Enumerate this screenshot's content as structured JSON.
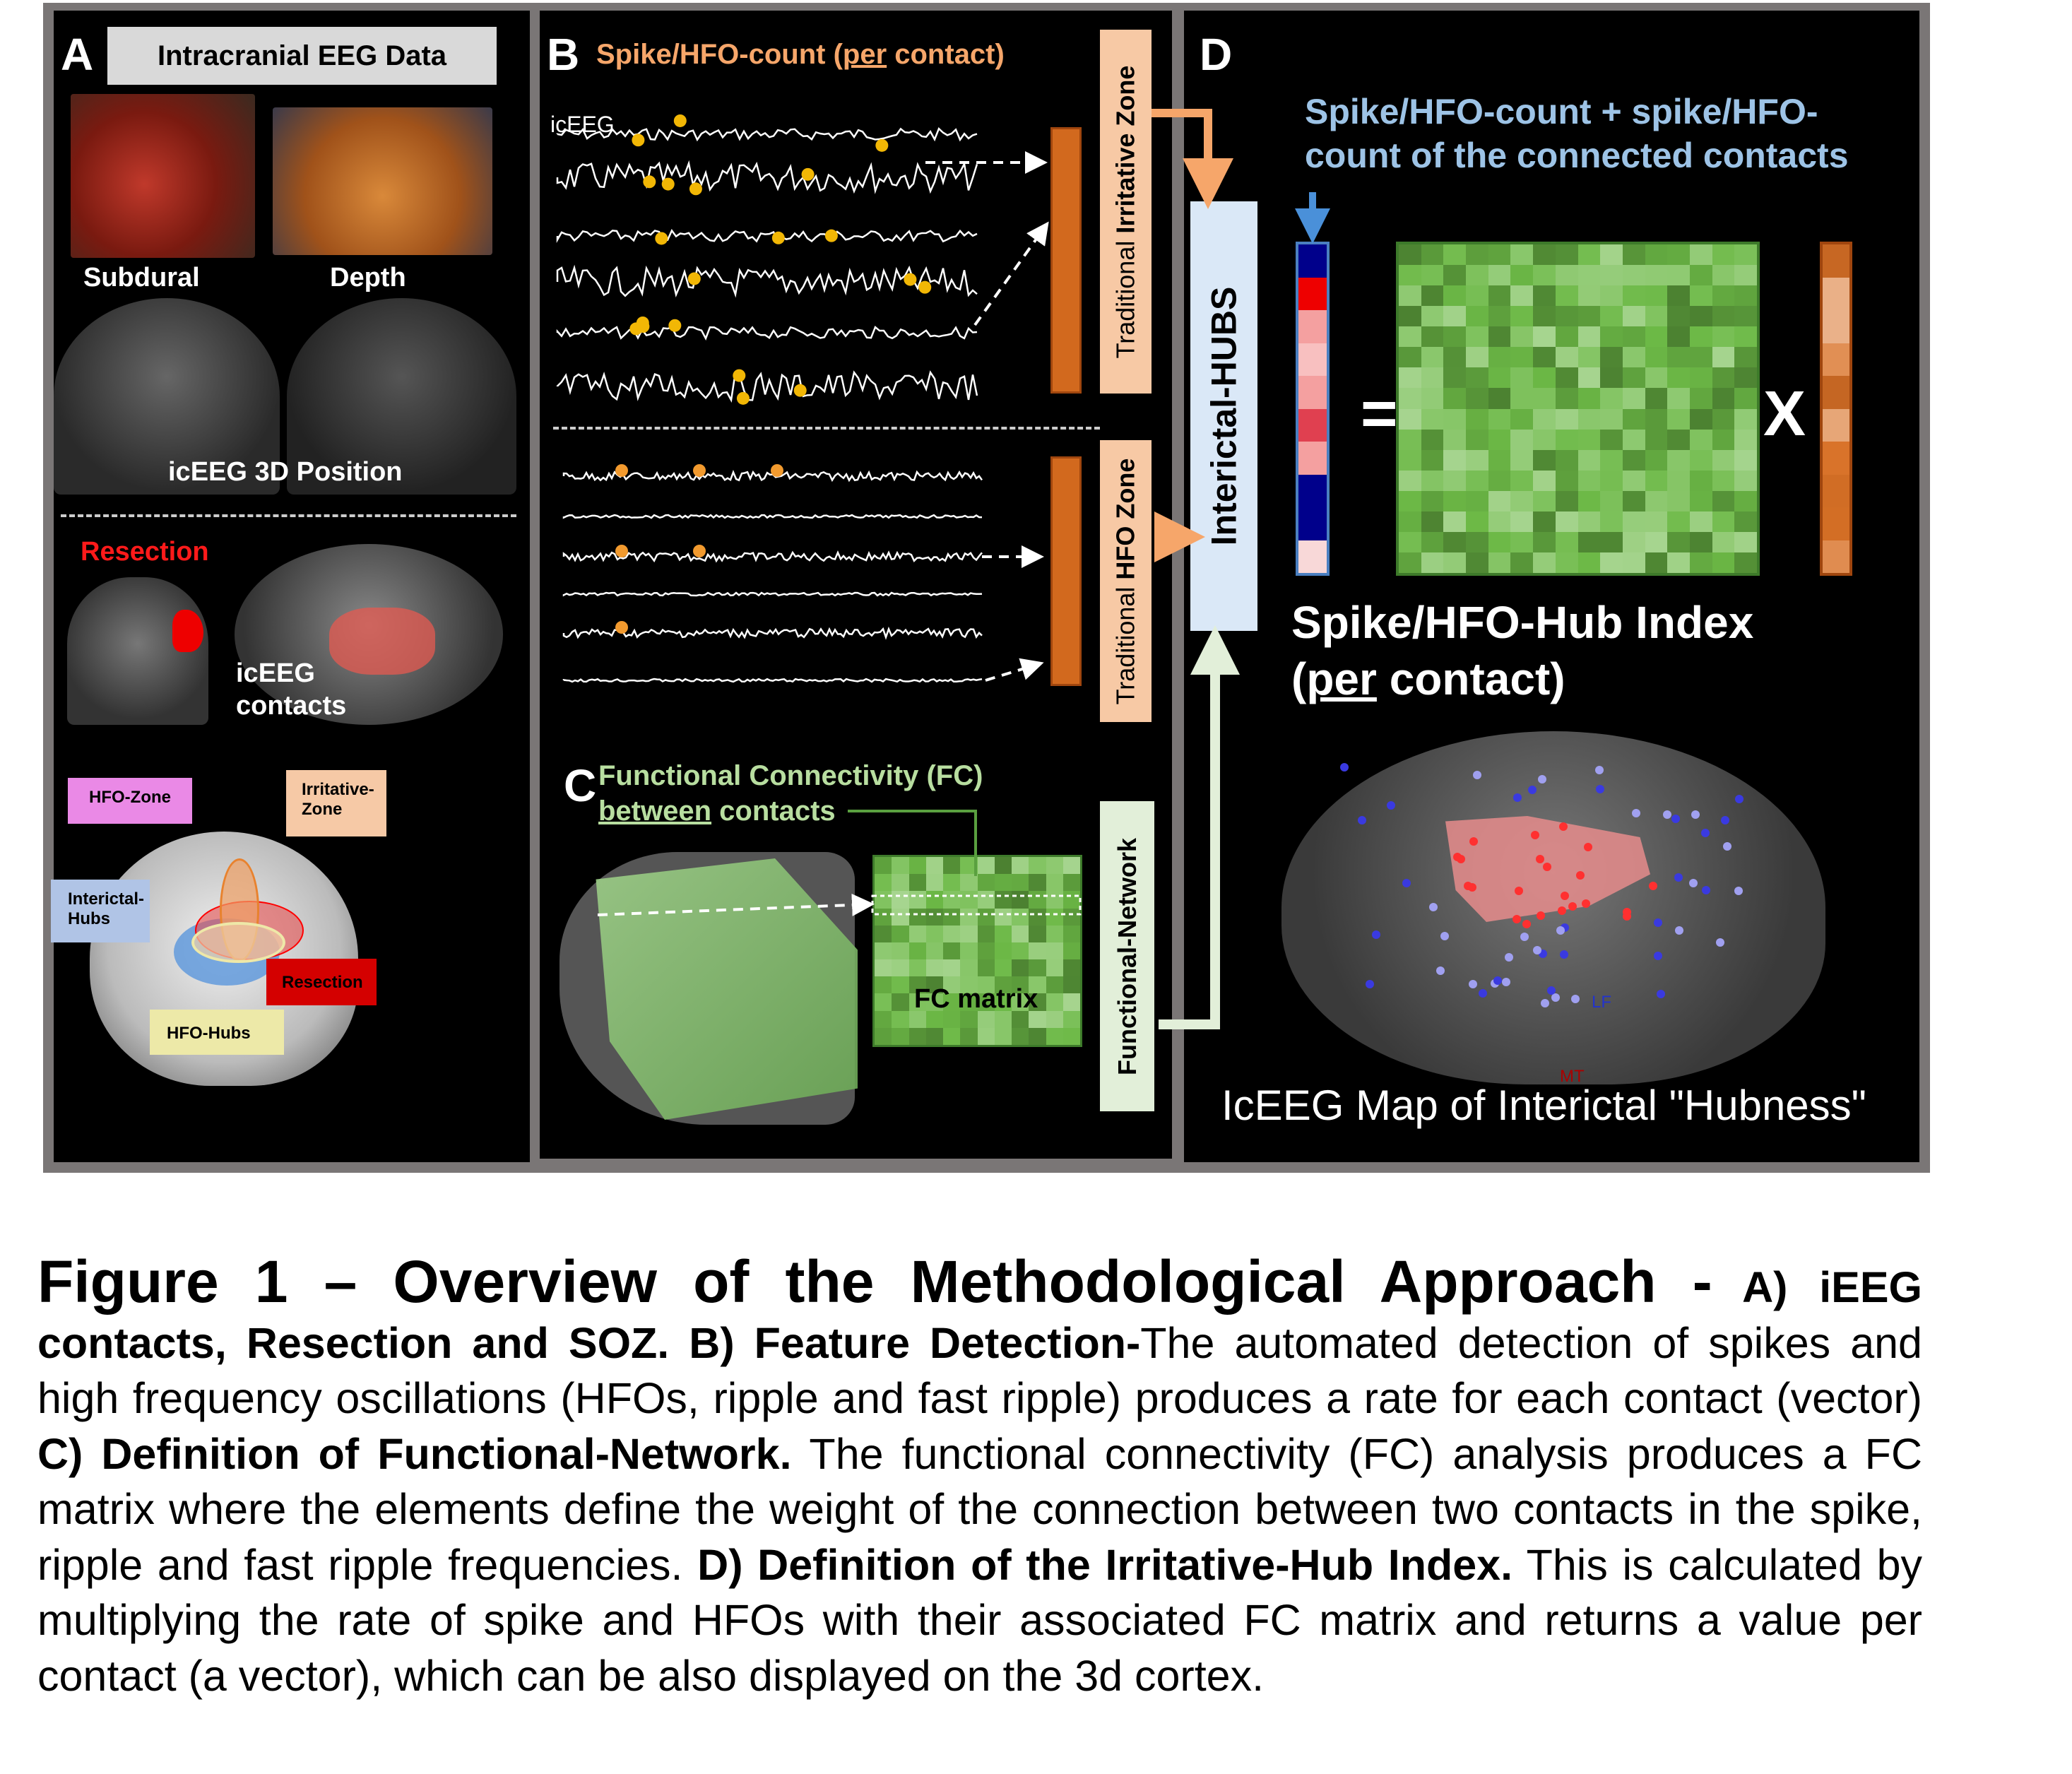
{
  "panel_a": {
    "letter": "A",
    "title": "Intracranial EEG Data",
    "photo_labels": [
      "Subdural",
      "Depth"
    ],
    "position_label": "icEEG 3D Position",
    "resection_label": "Resection",
    "contacts_label_1": "icEEG",
    "contacts_label_2": "contacts",
    "diagram_tags": {
      "hfo_zone": "HFO-Zone",
      "irritative_zone_1": "Irritative-",
      "irritative_zone_2": "Zone",
      "interictal_hubs_1": "Interictal-",
      "interictal_hubs_2": "Hubs",
      "resection": "Resection",
      "hfo_hubs": "HFO-Hubs"
    }
  },
  "panel_b": {
    "letter": "B",
    "title_pre": "Spike/HFO-count (",
    "title_per": "per",
    "title_post": " contact)",
    "signal_label": "icEEG",
    "irritative_zone_box_pre": "Traditional ",
    "irritative_zone_box_bold": "Irritative Zone",
    "hfo_zone_box_pre": "Traditional ",
    "hfo_zone_box_bold": "HFO Zone"
  },
  "panel_c": {
    "letter": "C",
    "title": "Functional Connectivity (FC)",
    "subtitle_underlined": "between",
    "subtitle_rest": " contacts",
    "matrix_label": "FC matrix",
    "network_box": "Functional-Network"
  },
  "panel_d": {
    "letter": "D",
    "title_line1": "Spike/HFO-count + spike/HFO-",
    "title_line2": "count of the connected contacts",
    "hubs_box": "Interictal-HUBS",
    "equals": "=",
    "times": "X",
    "index_line1": "Spike/HFO-Hub Index",
    "index_line2_open": "(",
    "index_line2_per": "per",
    "index_line2_rest": " contact)",
    "map_title": "IcEEG Map of Interictal \"Hubness\"",
    "brain_labels": [
      "LF",
      "MT"
    ]
  },
  "colors": {
    "orange_title": "#f6a66a",
    "green_title": "#b8dea0",
    "blue_title": "#9dc3e6",
    "orange_bar": "#d2691e",
    "matrix_green": "#5aa040",
    "spike_dot": "#f2b705"
  },
  "caption": {
    "title": "Figure 1 – Overview of the Methodological Approach -",
    "a_bold": " A) iEEG contacts, Resection and SOZ. B) Feature Detection-",
    "b_text": "The automated detection of spikes and high frequency oscillations (HFOs, ripple and fast ripple) produces a rate for each contact (vector) ",
    "c_bold": "C) Definition of Functional-Network.",
    "c_text": " The functional connectivity (FC) analysis produces a FC matrix where the elements define the weight of the connection between two contacts in the spike, ripple and fast ripple frequencies. ",
    "d_bold": "D) Definition of the Irritative-Hub Index.",
    "d_text": " This is calculated by multiplying the rate of spike and HFOs with their associated FC matrix and returns a value per contact (a vector), which can be also displayed on the 3d cortex."
  }
}
